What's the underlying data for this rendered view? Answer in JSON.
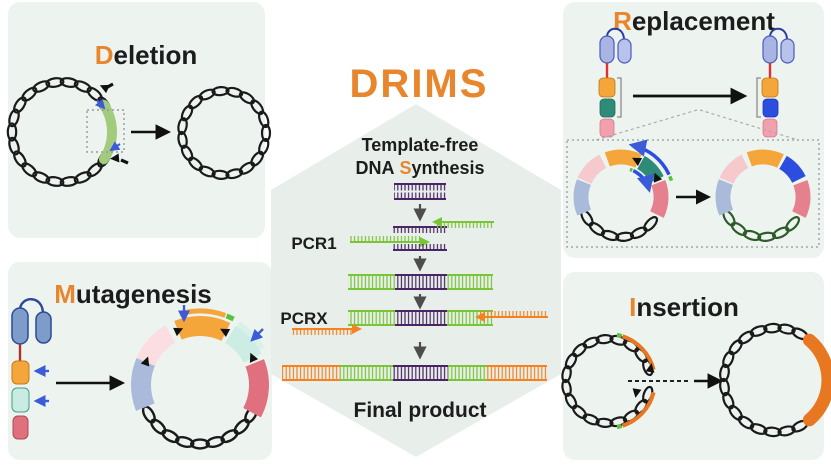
{
  "figure": {
    "title": "DRIMS"
  },
  "panels": {
    "deletion": {
      "initial": "D",
      "rest": "eletion"
    },
    "mutagenesis": {
      "initial": "M",
      "rest": "utagenesis"
    },
    "replacement": {
      "initial": "R",
      "rest": "eplacement"
    },
    "insertion": {
      "initial": "I",
      "rest": "nsertion"
    }
  },
  "workflow": {
    "step1_line1": "Template-free",
    "step1_line2_pre": "DNA",
    "step1_line2_accent": "S",
    "step1_line2_rest": "ynthesis",
    "pcr1_label": "PCR1",
    "pcrx_label": "PCRX",
    "final_label": "Final product"
  },
  "colors": {
    "accent_orange": "#E8862D",
    "dna_purple": "#4A2563",
    "dna_green": "#79C437",
    "dna_orange": "#F58220",
    "helix_black": "#1A1A1A",
    "helix_dark_green": "#2D5C28",
    "panel_background": "#EDF4F0",
    "hexagon_background": "#E8EFEB",
    "primer_blue": "#3B5BD9",
    "block_teal": "#2E8B78",
    "block_royal_blue": "#2C4EE0",
    "block_amber": "#F4A63B",
    "block_pink": "#E5808D"
  }
}
